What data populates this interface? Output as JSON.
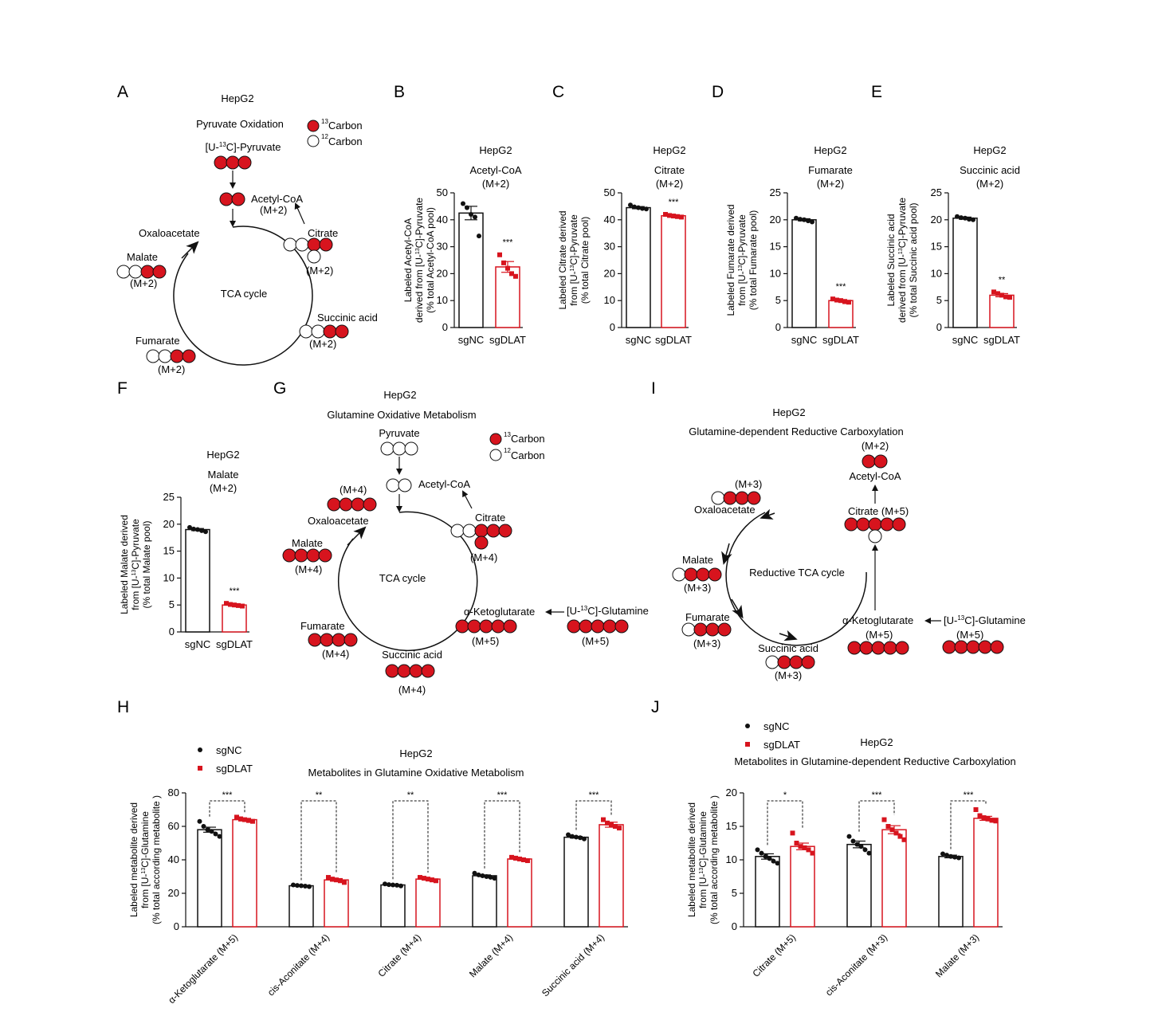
{
  "colors": {
    "red": "#d7141e",
    "black": "#111111"
  },
  "panel_letters": [
    "A",
    "B",
    "C",
    "D",
    "E",
    "F",
    "G",
    "I",
    "H",
    "J"
  ],
  "legend_carbon": {
    "c13": "Carbon",
    "c12": "Carbon",
    "sup13": "13",
    "sup12": "12"
  },
  "panelA": {
    "title": "HepG2",
    "subtitle": "Pyruvate Oxidation",
    "pyruvate_pre": "[U-",
    "pyruvate_sup": "13",
    "pyruvate_post": "C]-Pyruvate",
    "acetyl": "Acetyl-CoA",
    "acetyl_m": "(M+2)",
    "oxaloacetate": "Oxaloacetate",
    "citrate": "Citrate",
    "citrate_m": "(M+2)",
    "malate": "Malate",
    "malate_m": "(M+2)",
    "cycle": "TCA cycle",
    "succinic": "Succinic acid",
    "succinic_m": "(M+2)",
    "fumarate": "Fumarate",
    "fumarate_m": "(M+2)"
  },
  "panelG": {
    "title": "HepG2",
    "subtitle": "Glutamine Oxidative Metabolism",
    "pyruvate": "Pyruvate",
    "acetyl": "Acetyl-CoA",
    "citrate": "Citrate",
    "citrate_m": "(M+4)",
    "oxa_m": "(M+4)",
    "oxaloacetate": "Oxaloacetate",
    "malate": "Malate",
    "malate_m": "(M+4)",
    "cycle": "TCA cycle",
    "akg": "α-Ketoglutarate",
    "akg_m": "(M+5)",
    "gln_pre": "[U-",
    "gln_sup": "13",
    "gln_post": "C]-Glutamine",
    "gln_m": "(M+5)",
    "fumarate": "Fumarate",
    "fumarate_m": "(M+4)",
    "succinic": "Succinic acid",
    "succinic_m": "(M+4)"
  },
  "panelI": {
    "title": "HepG2",
    "subtitle": "Glutamine-dependent Reductive Carboxylation",
    "acetyl_m": "(M+2)",
    "acetyl": "Acetyl-CoA",
    "oxa_m": "(M+3)",
    "oxaloacetate": "Oxaloacetate",
    "citrate": "Citrate  (M+5)",
    "malate": "Malate",
    "malate_m": "(M+3)",
    "cycle": "Reductive TCA cycle",
    "fumarate": "Fumarate",
    "fumarate_m": "(M+3)",
    "akg": "α-Ketoglutarate",
    "akg_m": "(M+5)",
    "gln_pre": "[U-",
    "gln_sup": "13",
    "gln_post": "C]-Glutamine",
    "gln_m": "(M+5)",
    "succinic": "Succinic acid",
    "succinic_m": "(M+3)"
  },
  "chart_data": [
    {
      "id": "B",
      "type": "bar",
      "title": "HepG2",
      "subtitle": "Acetyl-CoA",
      "subtitle2": "(M+2)",
      "ylabel_lines": [
        "Labeled Acetyl-CoA",
        "derived from [U-13C]-Pyruvate",
        "(% total Acetyl-CoA pool)"
      ],
      "categories": [
        "sgNC",
        "sgDLAT"
      ],
      "values": [
        42.5,
        22.5
      ],
      "errors": [
        2.5,
        2.0
      ],
      "points": [
        [
          46,
          44.5,
          42,
          41,
          34
        ],
        [
          27,
          24,
          22,
          20,
          19
        ]
      ],
      "ylim": [
        0,
        50
      ],
      "yticks": [
        0,
        10,
        20,
        30,
        40,
        50
      ],
      "sig": "***"
    },
    {
      "id": "C",
      "type": "bar",
      "title": "HepG2",
      "subtitle": "Citrate",
      "subtitle2": "(M+2)",
      "ylabel_lines": [
        "Labeled Citrate derived",
        "from [U-13C]-Pyruvate",
        "(% total Citrate pool)"
      ],
      "categories": [
        "sgNC",
        "sgDLAT"
      ],
      "values": [
        44.5,
        41.5
      ],
      "errors": [
        0.4,
        0.3
      ],
      "points": [
        [
          45.5,
          44.8,
          44.5,
          44.2,
          44
        ],
        [
          42,
          41.6,
          41.4,
          41.2,
          41
        ]
      ],
      "ylim": [
        0,
        50
      ],
      "yticks": [
        0,
        10,
        20,
        30,
        40,
        50
      ],
      "sig": "***"
    },
    {
      "id": "D",
      "type": "bar",
      "title": "HepG2",
      "subtitle": "Fumarate",
      "subtitle2": "(M+2)",
      "ylabel_lines": [
        "Labeled Fumarate derived",
        "from [U-13C]-Pyruvate",
        "(% total Fumarate pool)"
      ],
      "categories": [
        "sgNC",
        "sgDLAT"
      ],
      "values": [
        20,
        5
      ],
      "errors": [
        0.2,
        0.2
      ],
      "points": [
        [
          20.3,
          20.1,
          20,
          19.8,
          19.6
        ],
        [
          5.3,
          5.1,
          5,
          4.8,
          4.7
        ]
      ],
      "ylim": [
        0,
        25
      ],
      "yticks": [
        0,
        5,
        10,
        15,
        20,
        25
      ],
      "sig": "***"
    },
    {
      "id": "E",
      "type": "bar",
      "title": "HepG2",
      "subtitle": "Succinic acid",
      "subtitle2": "(M+2)",
      "ylabel_lines": [
        "Labeled Succinic acid",
        "derived from [U-13C]-Pyruvate",
        "(% total Succinic acid pool)"
      ],
      "categories": [
        "sgNC",
        "sgDLAT"
      ],
      "values": [
        20.3,
        6
      ],
      "errors": [
        0.2,
        0.3
      ],
      "points": [
        [
          20.6,
          20.4,
          20.3,
          20.1,
          20
        ],
        [
          6.6,
          6.3,
          6,
          5.7,
          5.6
        ]
      ],
      "ylim": [
        0,
        25
      ],
      "yticks": [
        0,
        5,
        10,
        15,
        20,
        25
      ],
      "sig": "**"
    },
    {
      "id": "F",
      "type": "bar",
      "title": "HepG2",
      "subtitle": "Malate",
      "subtitle2": "(M+2)",
      "ylabel_lines": [
        "Labeled Malate derived",
        "from [U-13C]-Pyruvate",
        "(% total Malate pool)"
      ],
      "categories": [
        "sgNC",
        "sgDLAT"
      ],
      "values": [
        19,
        5
      ],
      "errors": [
        0.2,
        0.15
      ],
      "points": [
        [
          19.4,
          19.1,
          19,
          18.8,
          18.6
        ],
        [
          5.3,
          5.1,
          5,
          4.9,
          4.8
        ]
      ],
      "ylim": [
        0,
        25
      ],
      "yticks": [
        0,
        5,
        10,
        15,
        20,
        25
      ],
      "sig": "***"
    },
    {
      "id": "H",
      "type": "bar",
      "title": "HepG2",
      "subtitle": "Metabolites in Glutamine Oxidative Metabolism",
      "ylabel_lines": [
        "Labeled metabolite derived",
        "from [U-13C]-Glutamine",
        "(% total according metabolite )"
      ],
      "categories": [
        "α-Ketoglutarate (M+5)",
        "cis-Aconitate (M+4)",
        "Citrate (M+4)",
        "Malate (M+4)",
        "Succinic acid (M+4)"
      ],
      "series": [
        {
          "name": "sgNC",
          "values": [
            58,
            24.5,
            25,
            30.5,
            53.5
          ],
          "errors": [
            1.5,
            0.3,
            0.3,
            0.5,
            0.5
          ],
          "points": [
            [
              63,
              60,
              58,
              57,
              55.5,
              54
            ],
            [
              25,
              24.7,
              24.5,
              24.3,
              24
            ],
            [
              25.6,
              25.2,
              25,
              24.8,
              24.4
            ],
            [
              32,
              31,
              30.5,
              30,
              29.6,
              29
            ],
            [
              55,
              54,
              53.6,
              53.2,
              52.5
            ]
          ]
        },
        {
          "name": "sgDLAT",
          "values": [
            64,
            28,
            28.5,
            40.5,
            61
          ],
          "errors": [
            0.8,
            0.8,
            0.6,
            0.6,
            1.5
          ],
          "points": [
            [
              65.5,
              64.5,
              64,
              63.5,
              63
            ],
            [
              29.5,
              28.5,
              28,
              27.5,
              26.5
            ],
            [
              29.5,
              29,
              28.5,
              28,
              27.5
            ],
            [
              41.5,
              41,
              40.5,
              40,
              39.5
            ],
            [
              64,
              62,
              61,
              60,
              59
            ]
          ]
        }
      ],
      "ylim": [
        0,
        80
      ],
      "yticks": [
        0,
        20,
        40,
        60,
        80
      ],
      "sig": [
        "***",
        "**",
        "**",
        "***",
        "***"
      ]
    },
    {
      "id": "J",
      "type": "bar",
      "title": "HepG2",
      "subtitle": "Metabolites in Glutamine-dependent Reductive Carboxylation",
      "ylabel_lines": [
        "Labeled metabolite derived",
        "from [U-13C]-Glutamine",
        "(% total according metabolite )"
      ],
      "categories": [
        "Citrate (M+5)",
        "cis-Aconitate (M+3)",
        "Malate (M+3)"
      ],
      "series": [
        {
          "name": "sgNC",
          "values": [
            10.5,
            12.3,
            10.5
          ],
          "errors": [
            0.4,
            0.5,
            0.2
          ],
          "points": [
            [
              11.5,
              11,
              10.5,
              10.2,
              9.8,
              9.5
            ],
            [
              13.5,
              12.8,
              12.3,
              12,
              11.5,
              11
            ],
            [
              10.9,
              10.7,
              10.5,
              10.4,
              10.3
            ]
          ]
        },
        {
          "name": "sgDLAT",
          "values": [
            12,
            14.5,
            16.2
          ],
          "errors": [
            0.5,
            0.6,
            0.3
          ],
          "points": [
            [
              14,
              12.5,
              12,
              11.8,
              11.5,
              11
            ],
            [
              16,
              15,
              14.5,
              14,
              13.5,
              13
            ],
            [
              17.5,
              16.6,
              16.3,
              16.1,
              15.9,
              15.8
            ]
          ]
        }
      ],
      "ylim": [
        0,
        20
      ],
      "yticks": [
        0,
        5,
        10,
        15,
        20
      ],
      "sig": [
        "*",
        "***",
        "***"
      ]
    }
  ]
}
